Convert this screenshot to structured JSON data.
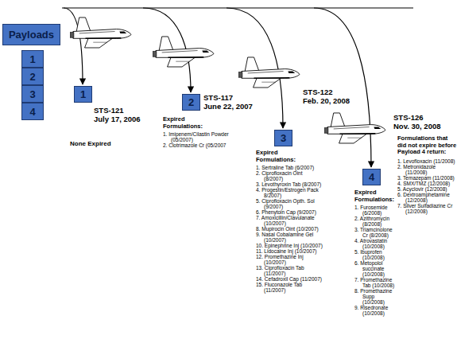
{
  "diagram": {
    "nodes": [
      {
        "text": [
          "Payloads"
        ]
      },
      {
        "text": [
          "1"
        ]
      },
      {
        "text": [
          "2"
        ]
      },
      {
        "text": [
          "3"
        ]
      },
      {
        "text": [
          "4"
        ]
      },
      {
        "text": [
          "1"
        ]
      },
      {
        "text": [
          "2"
        ]
      },
      {
        "text": [
          "3"
        ]
      },
      {
        "text": [
          "4"
        ]
      }
    ],
    "labels": [
      "STS-121",
      "July 17, 2006",
      "None Expired",
      "STS-117",
      "June 22, 2007",
      "Expired Formulations:",
      "1. Imipenem/Cilastin Powder (05/2007)",
      "2. Clotrimazole Cr (05/2007",
      "STS-122",
      "Feb. 20, 2008",
      "Expired Formulations:",
      "1. Sertraline Tab (6/2007)",
      "2. Ciprofloxacin Oint (8/2007)",
      "3. Levothyroxin Tab (8/2007)",
      "4. Progestin/Estrogen Pack 8/2007)",
      "5. Ciprofloxacin Opth. Sol (9/2007)",
      "6. Phenytoin Cap (9/2007)",
      "7. Amoxicillin/Clavulanate (10/2007)",
      "8. Mupirocin Oint (10/2007)",
      "9. Nasal Cobalamine Gel (10/2007)",
      "10. Epinephrine Inj (10/2007)",
      "11. Lidocaine Inj (10/2007)",
      "12. Promethazine Inj (10/2007)",
      "13. Ciprofloxacin Tab (11/2007)",
      "14. Cefadroxil Cap (11/2007)",
      "15. Fluconazole Tab (11/2007)",
      "STS-126",
      "Nov. 30, 2008",
      "Expired Formulations:",
      "1. Furosemide (6/2008)",
      "2. Azithromycin (8/2008)",
      "3. Triamcinolone Cr (8/2008)",
      "4. Atrovastatin (10/2008)",
      "5. Ibuprofen (10/2008)",
      "6. Metopolol succinate (10/2008)",
      "7. Promethazine Tab (10/2008)",
      "8. Promethazine Supp (10/2008)",
      "9. Risedronate (10/2008)",
      "Formulations that did not expire before Payload 4 return:",
      "1. Levofloxacin (11/2008)",
      "2. Metronidazole (11/2008)",
      "3. Temazepam (11/2008)",
      "4. SMX/TMZ (12/2008)",
      "5. Acyclovir (12/2008)",
      "6. Dextroamphetamine (12/2008)",
      "7. Silver Sulfadiazine Cr (12/2008)"
    ]
  }
}
